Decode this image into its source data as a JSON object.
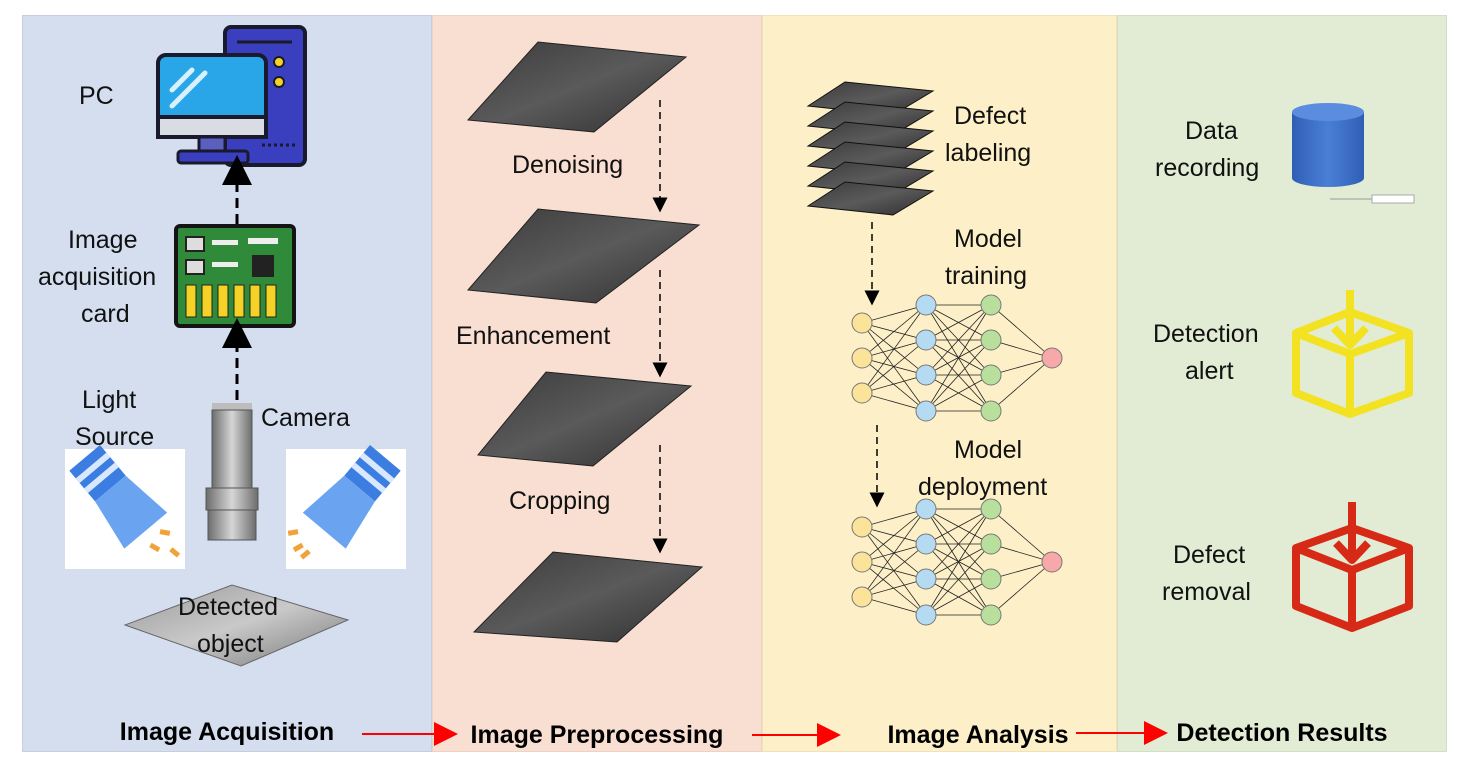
{
  "stages": {
    "acquisition": {
      "title": "Image Acquisition",
      "color": "#d4deef",
      "labels": {
        "pc": "PC",
        "card_1": "Image",
        "card_2": "acquisition",
        "card_3": "card",
        "light_1": "Light",
        "light_2": "Source",
        "camera": "Camera",
        "object_1": "Detected",
        "object_2": "object"
      },
      "icons": [
        "pc-icon",
        "acquisition-card-icon",
        "camera-icon",
        "light-source-icon",
        "detected-object-icon"
      ]
    },
    "preprocessing": {
      "title": "Image Preprocessing",
      "color": "#f9dfd2",
      "steps": [
        "Denoising",
        "Enhancement",
        "Cropping"
      ]
    },
    "analysis": {
      "title": "Image Analysis",
      "color": "#fdf0c8",
      "steps": [
        {
          "line1": "Defect",
          "line2": "labeling"
        },
        {
          "line1": "Model",
          "line2": "training"
        },
        {
          "line1": "Model",
          "line2": "deployment"
        }
      ]
    },
    "results": {
      "title": "Detection Results",
      "color": "#e2ecd5",
      "items": [
        {
          "line1": "Data",
          "line2": "recording",
          "icon": "database-icon",
          "color": "#3a6fc8"
        },
        {
          "line1": "Detection",
          "line2": "alert",
          "icon": "alert-box-icon",
          "color": "#f2e221"
        },
        {
          "line1": "Defect",
          "line2": "removal",
          "icon": "removal-box-icon",
          "color": "#d62a16"
        }
      ]
    }
  },
  "colors": {
    "flow_arrow": "#ff0000",
    "node_input": "#fbe39a",
    "node_hidden1": "#b5dbf3",
    "node_hidden2": "#b8e09c",
    "node_output": "#f7a8a8"
  }
}
